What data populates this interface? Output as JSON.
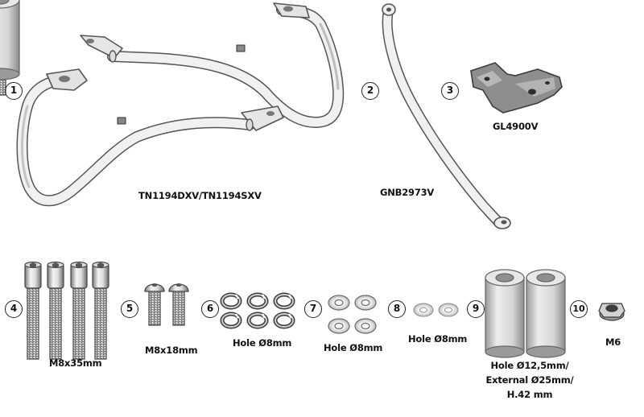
{
  "parts": [
    {
      "number": "1",
      "label": "TN1194DXV/TN1194SXV",
      "icon": "side-frame-bracket-icon"
    },
    {
      "number": "2",
      "label": "GNB2973V",
      "icon": "curved-bar-icon"
    },
    {
      "number": "3",
      "label": "GL4900V",
      "icon": "mounting-plate-icon"
    },
    {
      "number": "4",
      "label": "M8x35mm",
      "icon": "hex-socket-bolt-icon",
      "quantity": 4
    },
    {
      "number": "5",
      "label": "M8x18mm",
      "icon": "button-head-bolt-icon",
      "quantity": 2
    },
    {
      "number": "6",
      "label": "Hole Ø8mm",
      "icon": "spring-washer-icon",
      "quantity": 6
    },
    {
      "number": "7",
      "label": "Hole Ø8mm",
      "icon": "flat-washer-icon",
      "quantity": 4
    },
    {
      "number": "8",
      "label": "Hole Ø8mm",
      "icon": "small-washer-icon",
      "quantity": 2
    },
    {
      "number": "9",
      "label_lines": [
        "Hole Ø12,5mm/",
        "External Ø25mm/",
        "H.42 mm"
      ],
      "icon": "spacer-icon",
      "quantity": 2
    },
    {
      "number": "10",
      "label": "M6",
      "icon": "flange-nut-icon",
      "quantity": 1
    }
  ],
  "colors": {
    "line": "#555555",
    "metal_light": "#f1f1f1",
    "metal_dark": "#8a8a8a",
    "text": "#111111"
  }
}
